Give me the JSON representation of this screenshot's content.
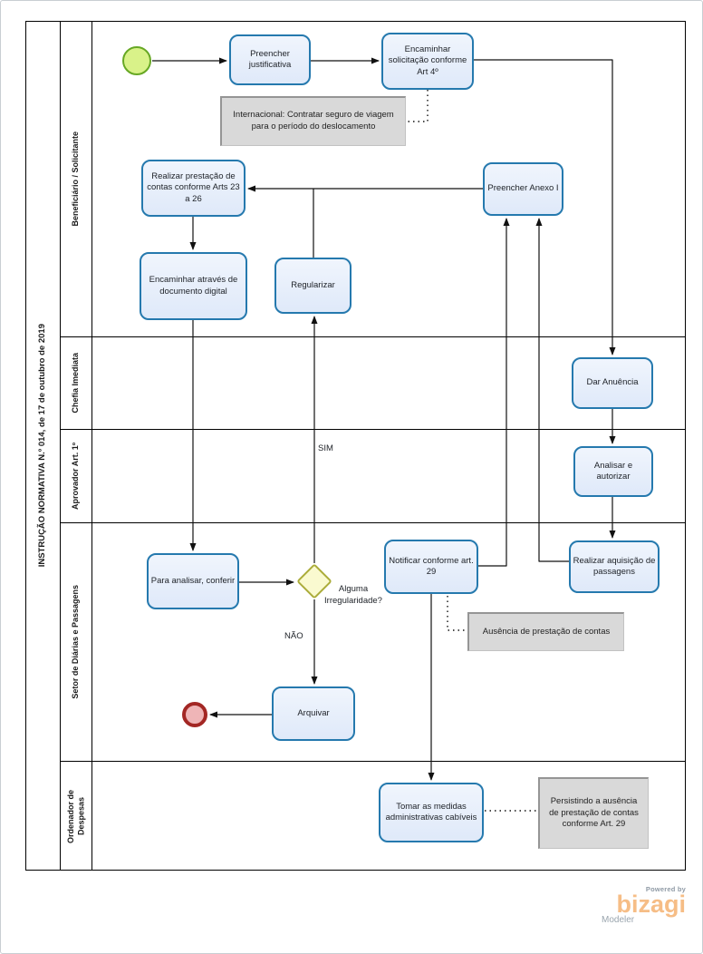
{
  "pool": {
    "title": "INSTRUÇÃO NORMATIVA N.º 014, de 17 de outubro de 2019"
  },
  "lanes": [
    {
      "label": "Beneficiário / Solicitante"
    },
    {
      "label": "Chefia Imediata"
    },
    {
      "label": "Aprovador Art. 1º"
    },
    {
      "label": "Setor de Diárias e Passagens"
    },
    {
      "label": "Ordenador de Despesas"
    }
  ],
  "tasks": {
    "preencher_justificativa": {
      "label": "Preencher justificativa"
    },
    "encaminhar_solicitacao": {
      "label": "Encaminhar solicitação conforme Art 4º"
    },
    "realizar_prestacao": {
      "label": "Realizar prestação de contas conforme Arts 23 a 26"
    },
    "encaminhar_documento": {
      "label": "Encaminhar através de documento digital"
    },
    "regularizar": {
      "label": "Regularizar"
    },
    "preencher_anexo": {
      "label": "Preencher Anexo I"
    },
    "dar_anuencia": {
      "label": "Dar Anuência"
    },
    "analisar_autorizar": {
      "label": "Analisar e autorizar"
    },
    "para_analisar": {
      "label": "Para analisar, conferir"
    },
    "notificar": {
      "label": "Notificar conforme art. 29"
    },
    "realizar_aquisicao": {
      "label": "Realizar aquisição de passagens"
    },
    "arquivar": {
      "label": "Arquivar"
    },
    "tomar_medidas": {
      "label": "Tomar as medidas administrativas cabíveis"
    }
  },
  "gateway": {
    "label": "Alguma Irregularidade?",
    "yes_label": "SIM",
    "no_label": "NÃO"
  },
  "annotations": {
    "internacional": {
      "text": "Internacional: Contratar seguro de viagem para o período do deslocamento"
    },
    "ausencia": {
      "text": "Ausência de prestação de contas"
    },
    "persistindo": {
      "text": "Persistindo a ausência de prestação de contas conforme Art. 29"
    }
  },
  "branding": {
    "powered_by": "Powered by",
    "brand": "bizagi",
    "product": "Modeler"
  },
  "colors": {
    "task_fill": "#e5ecfa",
    "task_border": "#2579ae",
    "gateway_fill": "#fafad0",
    "gateway_border": "#abac3a",
    "start_fill": "#d9f289",
    "start_border": "#67a824",
    "end_fill": "#efb5b7",
    "end_border": "#a32724",
    "annotation_fill": "#d9d9d9",
    "connector": "#111111",
    "brand_orange": "#f6bd86"
  }
}
